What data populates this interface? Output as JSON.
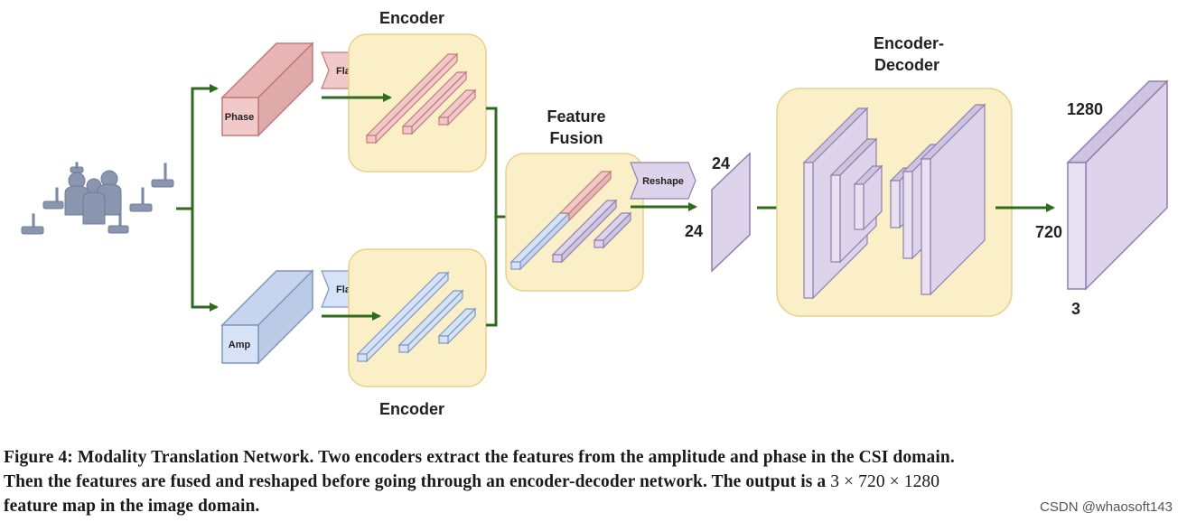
{
  "diagram": {
    "labels": {
      "encoder_top": "Encoder",
      "encoder_bottom": "Encoder",
      "fusion_line1": "Feature",
      "fusion_line2": "Fusion",
      "encdec_line1": "Encoder-",
      "encdec_line2": "Decoder",
      "phase": "Phase",
      "amp": "Amp",
      "flatten_top": "Flatten",
      "flatten_bottom": "Flatten",
      "reshape": "Reshape",
      "dim_24_top": "24",
      "dim_24_side": "24",
      "dim_1280": "1280",
      "dim_720": "720",
      "dim_3": "3"
    },
    "colors": {
      "arrow": "#2e6b1e",
      "block_bg": "#fbefc8",
      "block_border": "#e9cf8a",
      "phase_fill": "#f2c9c9",
      "phase_stroke": "#c07a7a",
      "amp_fill": "#d6e3f7",
      "amp_stroke": "#7f96bd",
      "purple_fill": "#ddd3ea",
      "purple_stroke": "#8f7fad",
      "icon": "#8a96b0"
    }
  },
  "caption": {
    "line1": "Figure 4: Modality Translation Network. Two encoders extract the features from the amplitude and phase in the CSI domain.",
    "line2_prefix": "Then the features are fused and reshaped before going through an encoder-decoder network. The output is a ",
    "line2_math": "3 × 720 × 1280",
    "line3": "feature map in the image domain."
  },
  "watermark": "CSDN @whaosoft143"
}
